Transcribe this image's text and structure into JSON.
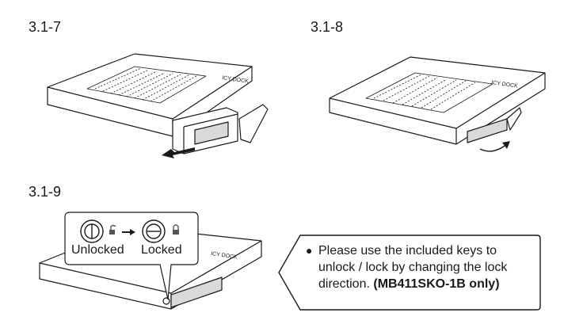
{
  "steps": [
    {
      "label": "3.1-7"
    },
    {
      "label": "3.1-8"
    },
    {
      "label": "3.1-9"
    }
  ],
  "device_brand_mark": "ICY DOCK",
  "lock_states": {
    "unlocked": "Unlocked",
    "locked": "Locked"
  },
  "note": {
    "text": "Please use the included keys to unlock / lock by changing the lock direction.",
    "model_note": "(MB411SKO-1B only)"
  }
}
